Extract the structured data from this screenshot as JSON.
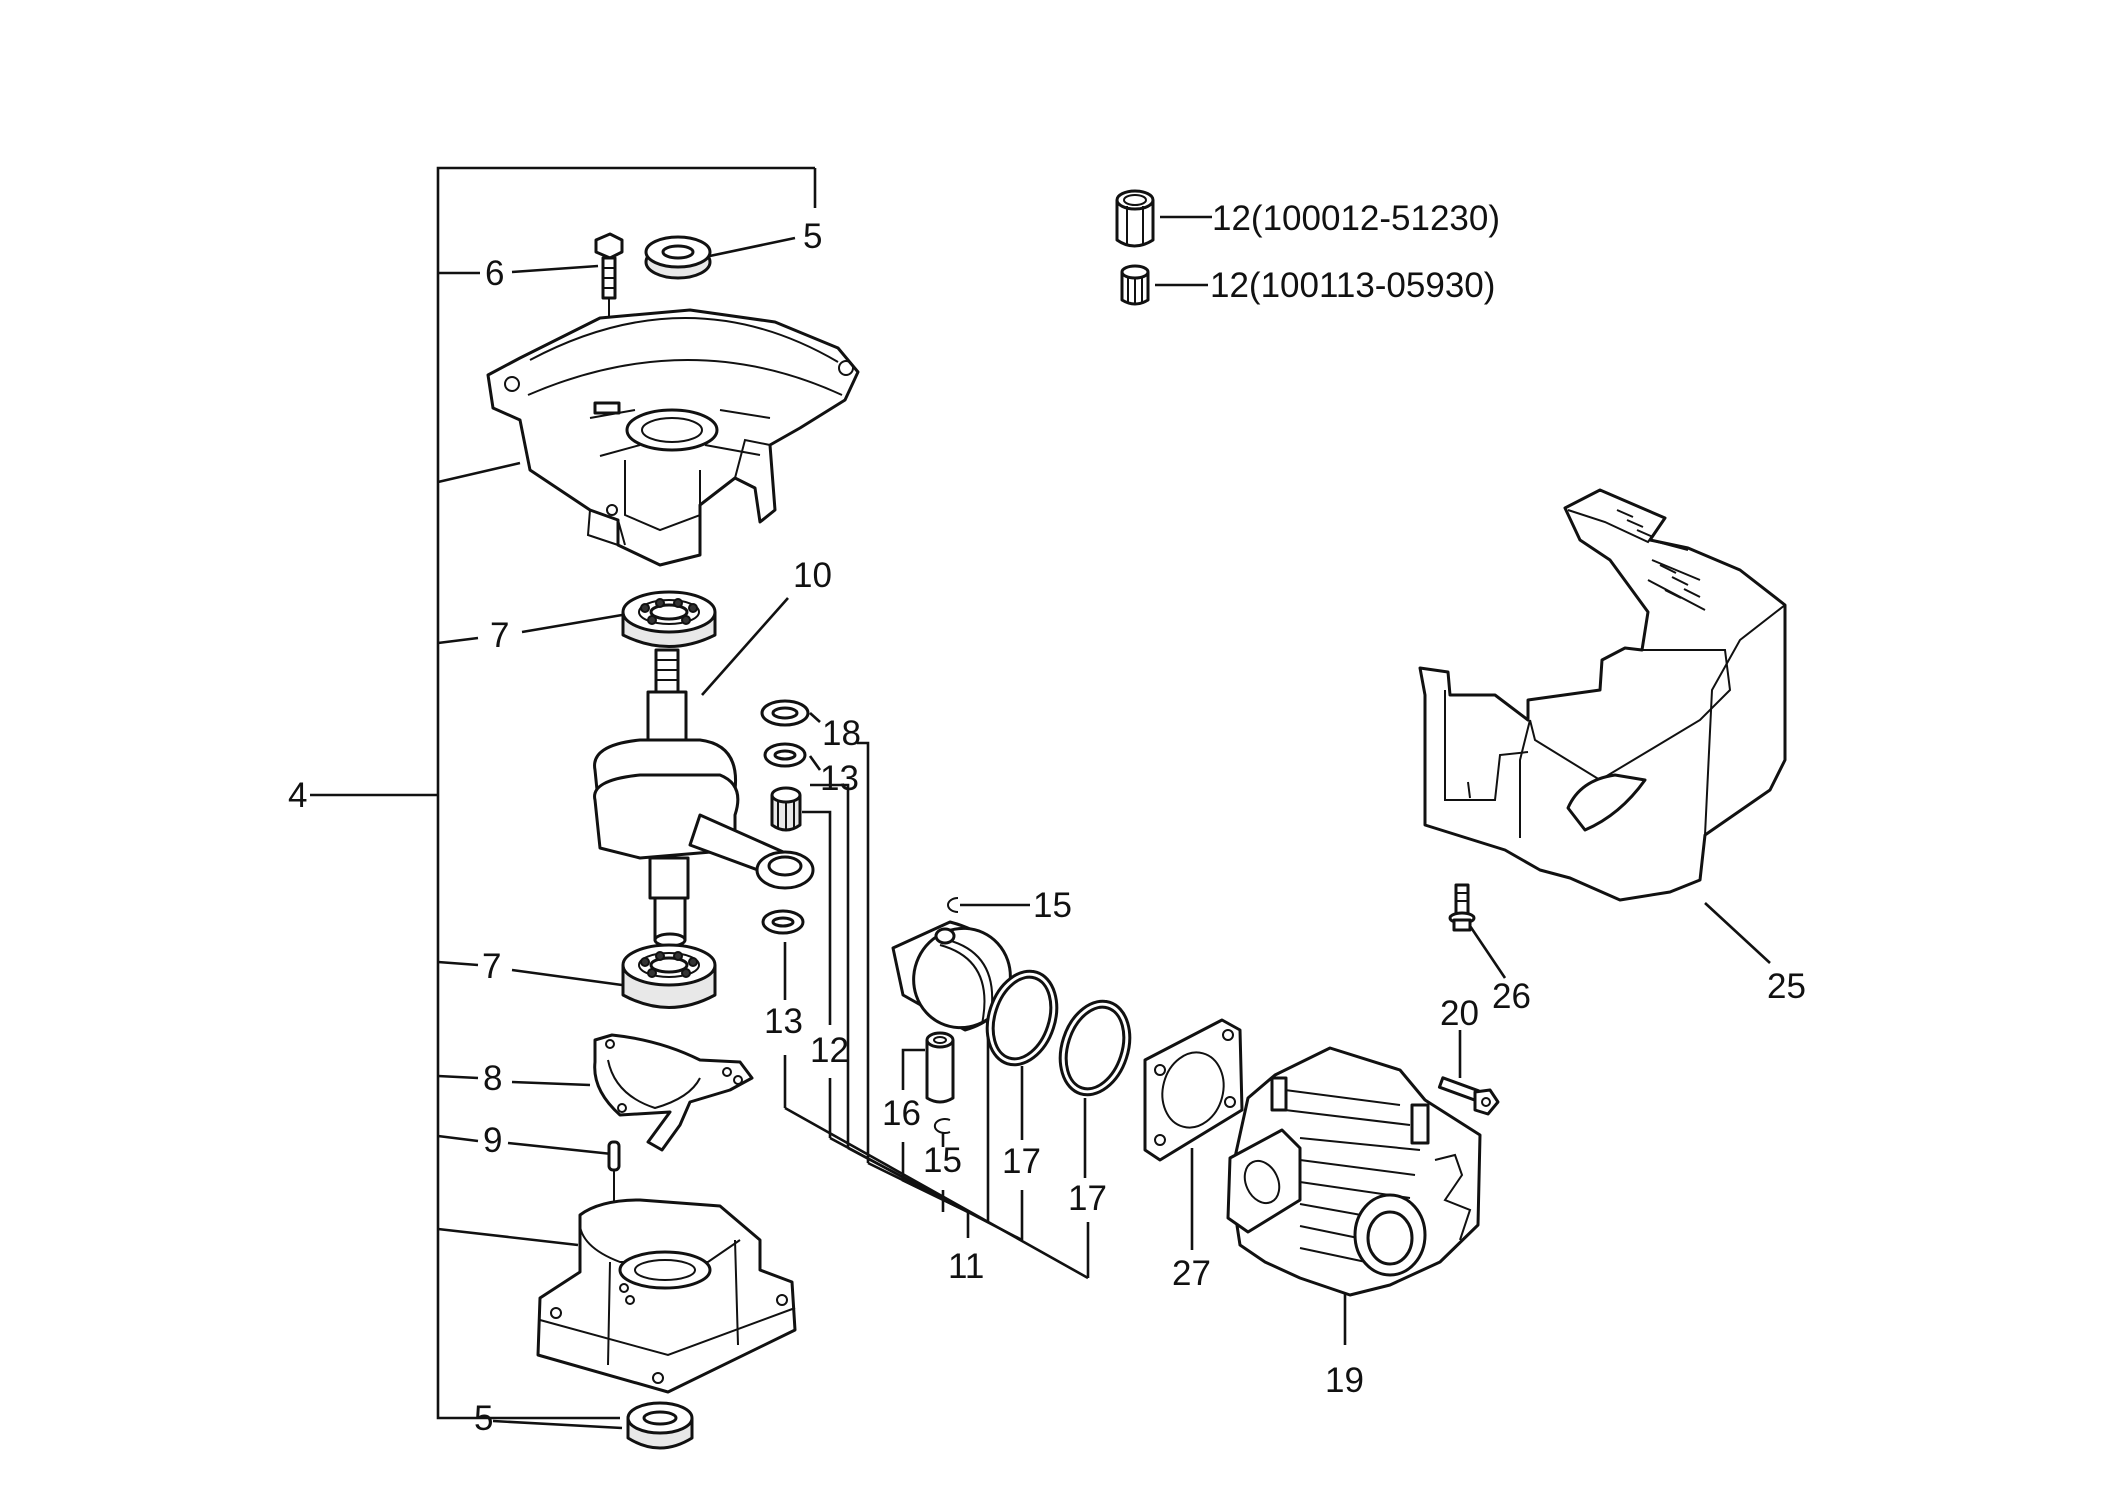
{
  "callouts": [
    {
      "id": "c4",
      "text": "4"
    },
    {
      "id": "c5a",
      "text": "5"
    },
    {
      "id": "c5b",
      "text": "5"
    },
    {
      "id": "c6",
      "text": "6"
    },
    {
      "id": "c7a",
      "text": "7"
    },
    {
      "id": "c7b",
      "text": "7"
    },
    {
      "id": "c8",
      "text": "8"
    },
    {
      "id": "c9",
      "text": "9"
    },
    {
      "id": "c10",
      "text": "10"
    },
    {
      "id": "c11",
      "text": "11"
    },
    {
      "id": "c12",
      "text": "12"
    },
    {
      "id": "c12a",
      "text": "12(100012-51230)"
    },
    {
      "id": "c12b",
      "text": "12(100113-05930)"
    },
    {
      "id": "c13a",
      "text": "13"
    },
    {
      "id": "c13b",
      "text": "13"
    },
    {
      "id": "c15a",
      "text": "15"
    },
    {
      "id": "c15b",
      "text": "15"
    },
    {
      "id": "c16",
      "text": "16"
    },
    {
      "id": "c17a",
      "text": "17"
    },
    {
      "id": "c17b",
      "text": "17"
    },
    {
      "id": "c18",
      "text": "18"
    },
    {
      "id": "c19",
      "text": "19"
    },
    {
      "id": "c20",
      "text": "20"
    },
    {
      "id": "c25",
      "text": "25"
    },
    {
      "id": "c26",
      "text": "26"
    },
    {
      "id": "c27",
      "text": "27"
    }
  ]
}
